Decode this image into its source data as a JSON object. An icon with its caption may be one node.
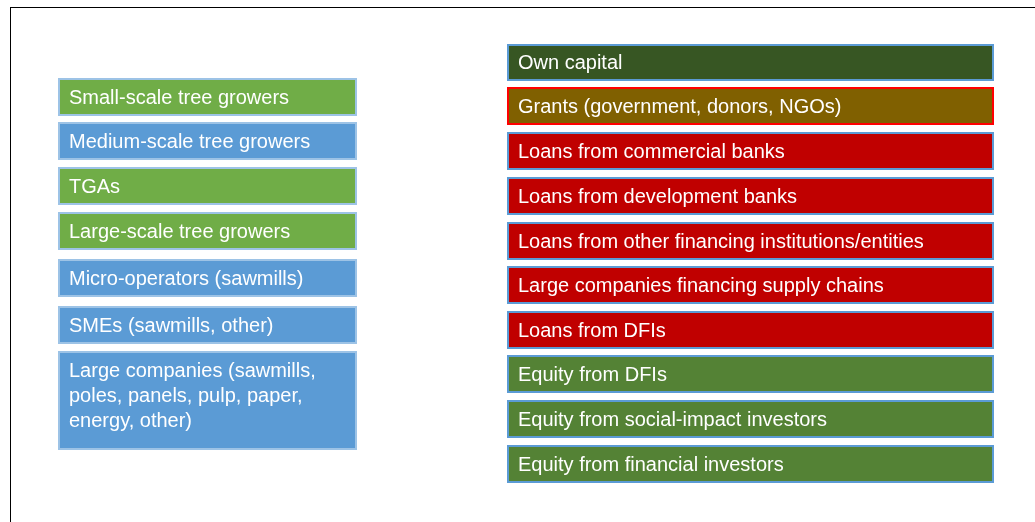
{
  "diagram": {
    "nodes": [
      {
        "text": [
          "Small-scale tree growers"
        ]
      },
      {
        "text": [
          "Medium-scale tree growers"
        ]
      },
      {
        "text": [
          "TGAs"
        ]
      },
      {
        "text": [
          "Large-scale tree growers"
        ]
      },
      {
        "text": [
          "Micro-operators (sawmills)"
        ]
      },
      {
        "text": [
          "SMEs (sawmills, other)"
        ]
      },
      {
        "text": [
          "Large companies (sawmills, poles, panels, pulp, paper, energy, other)"
        ]
      },
      {
        "text": [
          "Own capital"
        ]
      },
      {
        "text": [
          "Grants (government, donors, NGOs)"
        ]
      },
      {
        "text": [
          "Loans from commercial banks"
        ]
      },
      {
        "text": [
          "Loans from development banks"
        ]
      },
      {
        "text": [
          "Loans from other financing institutions/entities"
        ]
      },
      {
        "text": [
          "Large companies financing supply chains"
        ]
      },
      {
        "text": [
          "Loans from DFIs"
        ]
      },
      {
        "text": [
          "Equity from DFIs"
        ]
      },
      {
        "text": [
          "Equity from social-impact investors"
        ]
      },
      {
        "text": [
          "Equity from financial investors"
        ]
      }
    ]
  }
}
